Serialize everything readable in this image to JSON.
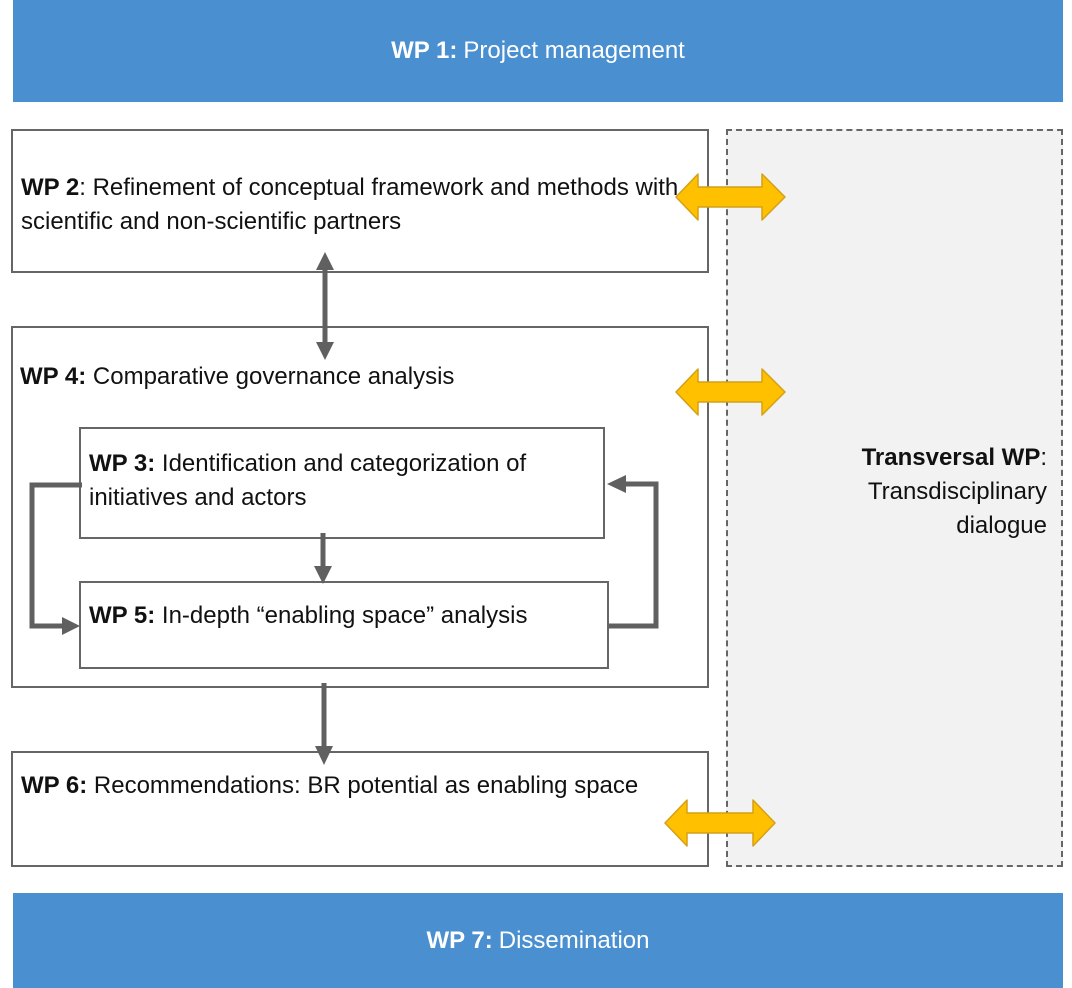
{
  "colors": {
    "band": "#4a8fd0",
    "box_border": "#666666",
    "connector": "#606060",
    "bidirectional_arrow": "#ffc000",
    "bidirectional_arrow_border": "#d4a017",
    "transversal_bg": "#f2f2f2"
  },
  "wp1": {
    "id": "WP 1:",
    "title": "Project management"
  },
  "wp2": {
    "id": "WP 2",
    "title": ": Refinement of conceptual framework and methods with scientific and non-scientific partners"
  },
  "wp4": {
    "id": "WP 4:",
    "title": "Comparative governance analysis"
  },
  "wp3": {
    "id": "WP 3:",
    "title": "Identification and categorization of initiatives and actors"
  },
  "wp5": {
    "id": "WP 5:",
    "title": "In-depth “enabling space” analysis"
  },
  "wp6": {
    "id": "WP 6:",
    "title": "Recommendations:  BR potential as enabling space"
  },
  "wp7": {
    "id": "WP 7:",
    "title": "Dissemination"
  },
  "transversal": {
    "id": "Transversal WP",
    "suffix": ":",
    "title": "Transdisciplinary dialogue"
  },
  "connectors": [
    {
      "from": "WP 2",
      "to": "WP 4",
      "type": "bidirectional"
    },
    {
      "from": "WP 3",
      "to": "WP 5",
      "type": "directed"
    },
    {
      "from": "WP 3",
      "to": "WP 5",
      "type": "directed",
      "route": "left-loop"
    },
    {
      "from": "WP 5",
      "to": "WP 3",
      "type": "directed",
      "route": "right-loop"
    },
    {
      "from": "WP 4",
      "to": "WP 6",
      "type": "directed"
    },
    {
      "from": "WP 2",
      "to": "Transversal WP",
      "type": "bidirectional"
    },
    {
      "from": "WP 4",
      "to": "Transversal WP",
      "type": "bidirectional"
    },
    {
      "from": "WP 6",
      "to": "Transversal WP",
      "type": "bidirectional"
    }
  ]
}
